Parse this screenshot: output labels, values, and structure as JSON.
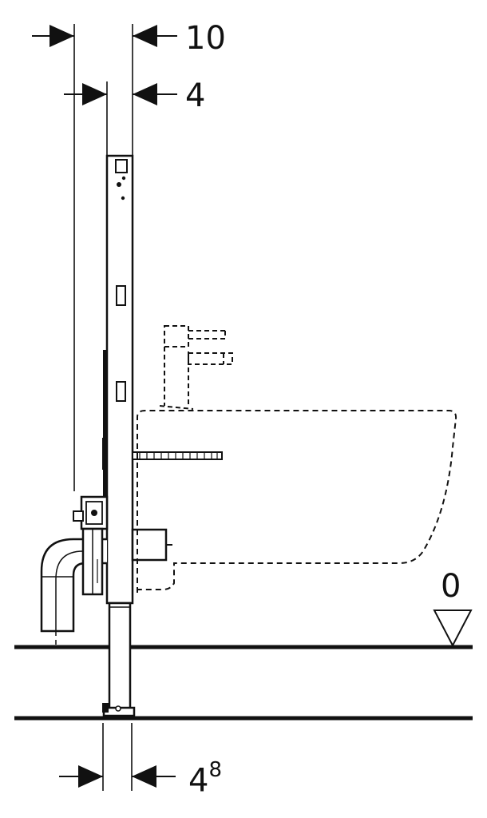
{
  "dimensions": {
    "top_outer": "10",
    "top_inner": "4",
    "bottom_base": "4",
    "bottom_exp": "8"
  },
  "level_marker": {
    "value": "0"
  },
  "colors": {
    "line": "#111111",
    "background": "#ffffff"
  }
}
